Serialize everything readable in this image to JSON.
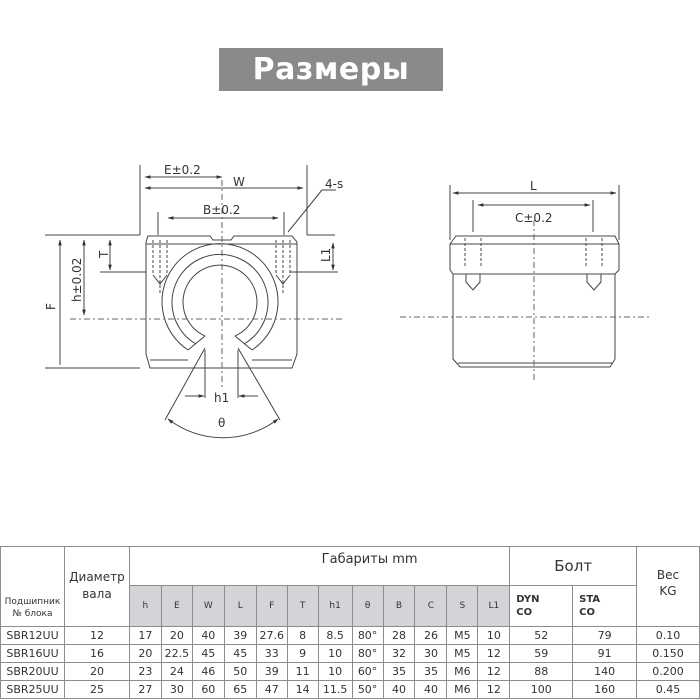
{
  "title": "Размеры",
  "drawing": {
    "front_view": {
      "labels": {
        "E": "E±0.2",
        "W": "W",
        "B": "B±0.2",
        "holes": "4-s",
        "T": "T",
        "h": "h±0.02",
        "F": "F",
        "L1": "L1",
        "h1": "h1",
        "theta": "θ"
      }
    },
    "side_view": {
      "labels": {
        "L": "L",
        "C": "C±0.2"
      }
    }
  },
  "table": {
    "headers": {
      "bearing": [
        "Подшипник",
        "№ блока"
      ],
      "shaft_diameter": [
        "Диаметр",
        "вала"
      ],
      "dimensions_group": "Габариты mm",
      "bolt_group": "Болт",
      "weight": [
        "Вес",
        "KG"
      ],
      "dimension_columns": [
        "h",
        "E",
        "W",
        "L",
        "F",
        "T",
        "h1",
        "θ",
        "B",
        "C",
        "S",
        "L1"
      ],
      "load_columns": [
        [
          "DYN",
          "CO"
        ],
        [
          "STA",
          "CO"
        ]
      ]
    },
    "rows": [
      {
        "model": "SBR12UU",
        "shaft": "12",
        "h": "17",
        "E": "20",
        "W": "40",
        "L": "39",
        "F": "27.6",
        "T": "8",
        "h1": "8.5",
        "theta": "80°",
        "B": "28",
        "C": "26",
        "S": "M5",
        "L1": "10",
        "dyn": "52",
        "sta": "79",
        "weight": "0.10"
      },
      {
        "model": "SBR16UU",
        "shaft": "16",
        "h": "20",
        "E": "22.5",
        "W": "45",
        "L": "45",
        "F": "33",
        "T": "9",
        "h1": "10",
        "theta": "80°",
        "B": "32",
        "C": "30",
        "S": "M5",
        "L1": "12",
        "dyn": "59",
        "sta": "91",
        "weight": "0.150"
      },
      {
        "model": "SBR20UU",
        "shaft": "20",
        "h": "23",
        "E": "24",
        "W": "46",
        "L": "50",
        "F": "39",
        "T": "11",
        "h1": "10",
        "theta": "60°",
        "B": "35",
        "C": "35",
        "S": "M6",
        "L1": "12",
        "dyn": "88",
        "sta": "140",
        "weight": "0.200"
      },
      {
        "model": "SBR25UU",
        "shaft": "25",
        "h": "27",
        "E": "30",
        "W": "60",
        "L": "65",
        "F": "47",
        "T": "14",
        "h1": "11.5",
        "theta": "50°",
        "B": "40",
        "C": "40",
        "S": "M6",
        "L1": "12",
        "dyn": "100",
        "sta": "160",
        "weight": "0.45"
      }
    ]
  },
  "colors": {
    "banner_bg": "#8a8a8a",
    "banner_text": "#ffffff",
    "subheader_bg": "#d2d4d8",
    "line": "#444444"
  }
}
